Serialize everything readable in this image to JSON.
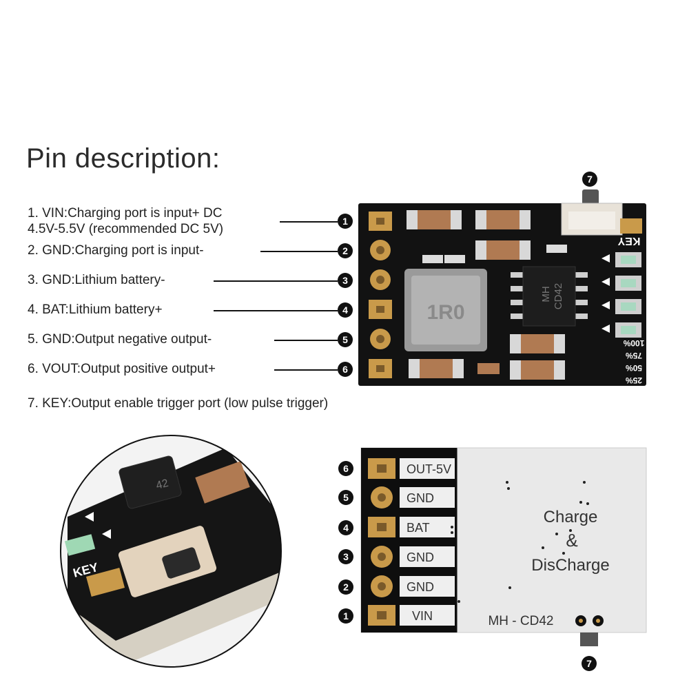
{
  "title": "Pin description:",
  "pins": [
    {
      "num": "1",
      "line1": "1. VIN:Charging port is input+ DC",
      "line2": "4.5V-5.5V (recommended DC 5V)"
    },
    {
      "num": "2",
      "line1": "2. GND:Charging port is input-"
    },
    {
      "num": "3",
      "line1": "3. GND:Lithium battery-"
    },
    {
      "num": "4",
      "line1": "4. BAT:Lithium battery+"
    },
    {
      "num": "5",
      "line1": "5. GND:Output negative output-"
    },
    {
      "num": "6",
      "line1": "6. VOUT:Output positive output+"
    },
    {
      "num": "7",
      "line1": "7. KEY:Output enable trigger port (low pulse trigger)"
    }
  ],
  "top_board": {
    "key_label": "KEY",
    "chip_label_1": "MH",
    "chip_label_2": "CD42",
    "inductor_label": "1R0",
    "levels": [
      "100%",
      "75%",
      "50%",
      "25%"
    ],
    "badge7": "7"
  },
  "bottom_board": {
    "labels": [
      "OUT-5V",
      "GND",
      "BAT",
      "GND",
      "GND",
      "VIN"
    ],
    "badges": [
      "6",
      "5",
      "4",
      "3",
      "2",
      "1"
    ],
    "charge_1": "Charge",
    "charge_2": "&",
    "charge_3": "DisCharge",
    "model": "MH - CD42",
    "badge7": "7"
  },
  "closeup": {
    "key_label": "KEY",
    "chip_text": "42"
  }
}
